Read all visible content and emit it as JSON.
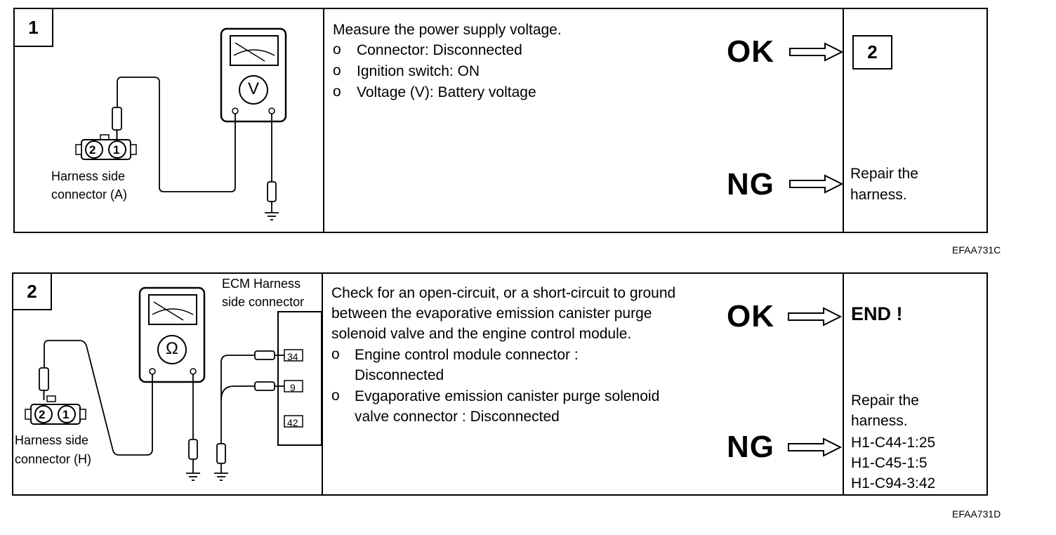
{
  "steps": [
    {
      "number": "1",
      "figure": {
        "meter_symbol": "V",
        "connector_pins": [
          "2",
          "1"
        ],
        "connector_label": [
          "Harness side",
          "connector (A)"
        ]
      },
      "instructions": {
        "heading": "Measure the power supply voltage.",
        "bullet_marker": "o",
        "items": [
          "Connector: Disconnected",
          "Ignition switch: ON",
          "Voltage (V): Battery voltage"
        ]
      },
      "ok": {
        "label": "OK",
        "result": "2"
      },
      "ng": {
        "label": "NG",
        "result_lines": [
          "Repair the",
          "harness."
        ]
      },
      "code": "EFAA731C"
    },
    {
      "number": "2",
      "figure": {
        "meter_symbol": "Ω",
        "connector_pins": [
          "2",
          "1"
        ],
        "connector_label": [
          "Harness side",
          "connector (H)"
        ],
        "ecm_label": [
          "ECM Harness",
          "side connector"
        ],
        "ecm_pins": [
          "34",
          "9",
          "42"
        ]
      },
      "instructions": {
        "heading_lines": [
          "Check for an open-circuit, or a short-circuit to ground",
          "between the evaporative emission canister purge",
          "solenoid valve and the engine control module."
        ],
        "bullet_marker": "o",
        "items": [
          [
            "Engine control module connector :",
            "Disconnected"
          ],
          [
            "Evgaporative emission canister purge solenoid",
            "valve connector : Disconnected"
          ]
        ]
      },
      "ok": {
        "label": "OK",
        "result": "END !"
      },
      "ng": {
        "label": "NG",
        "result_lines": [
          "Repair the",
          "harness.",
          "H1-C44-1:25",
          "H1-C45-1:5",
          "H1-C94-3:42"
        ]
      },
      "code": "EFAA731D"
    }
  ]
}
